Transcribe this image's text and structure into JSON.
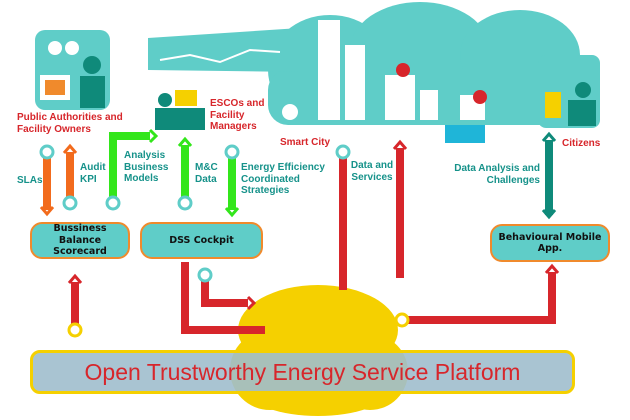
{
  "actors": {
    "public_authorities": "Public Authorities and Facility Owners",
    "escos": "ESCOs and Facility Managers",
    "smart_city": "Smart City",
    "citizens": "Citizens"
  },
  "flows": {
    "slas": "SLAs",
    "audit_kpi": "Audit KPI",
    "analysis_business_models": "Analysis Business Models",
    "mc_data": "M&C Data",
    "energy_efficiency": "Energy Efficiency Coordinated Strategies",
    "data_services": "Data and Services",
    "data_analysis": "Data Analysis and Challenges"
  },
  "modules": {
    "scorecard": "Bussiness Balance Scorecard",
    "dss": "DSS Cockpit",
    "mobile_app": "Behavioural Mobile App."
  },
  "platform": "Open Trustworthy Energy Service Platform",
  "colors": {
    "teal": "#5fcdc8",
    "red": "#d7262b",
    "orange": "#f26b1d",
    "green": "#33e61b",
    "dark_teal": "#0f8a7a",
    "yellow": "#f5d000"
  }
}
